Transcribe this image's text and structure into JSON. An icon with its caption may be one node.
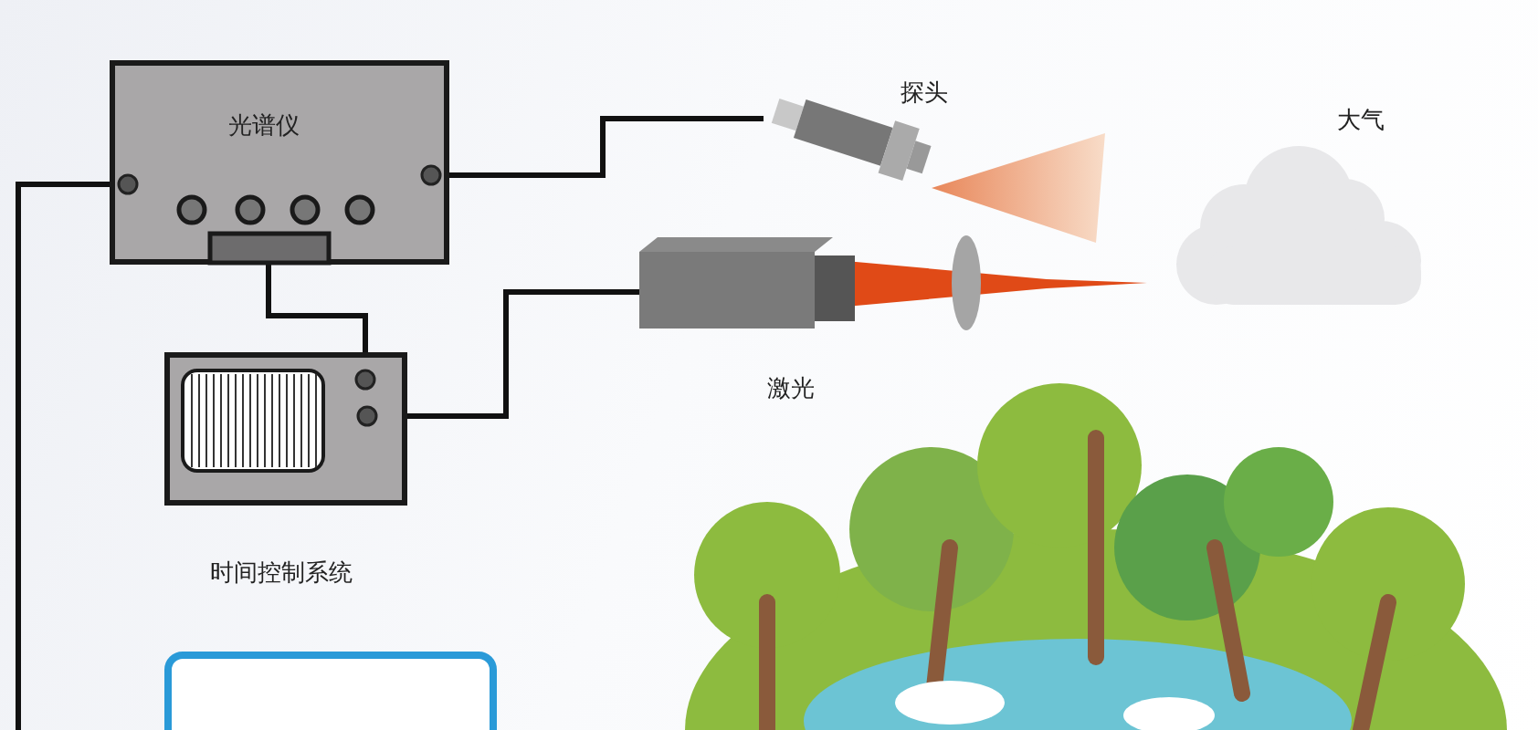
{
  "diagram": {
    "nodes": [
      {
        "text": [
          "光谱仪"
        ]
      },
      {
        "text": [
          "时间控制系统"
        ]
      },
      {
        "text": [
          "探头"
        ]
      },
      {
        "text": [
          "激光"
        ]
      },
      {
        "text": [
          "大气"
        ]
      },
      {
        "text": [],
        "shape": "box"
      }
    ],
    "edges": [
      {
        "from": 0,
        "to": 2,
        "arrow": "none"
      },
      {
        "from": 0,
        "to": 1,
        "arrow": "none"
      },
      {
        "from": 1,
        "to": 3,
        "arrow": "none"
      },
      {
        "from": 0,
        "to": null,
        "arrow": "none"
      }
    ]
  }
}
